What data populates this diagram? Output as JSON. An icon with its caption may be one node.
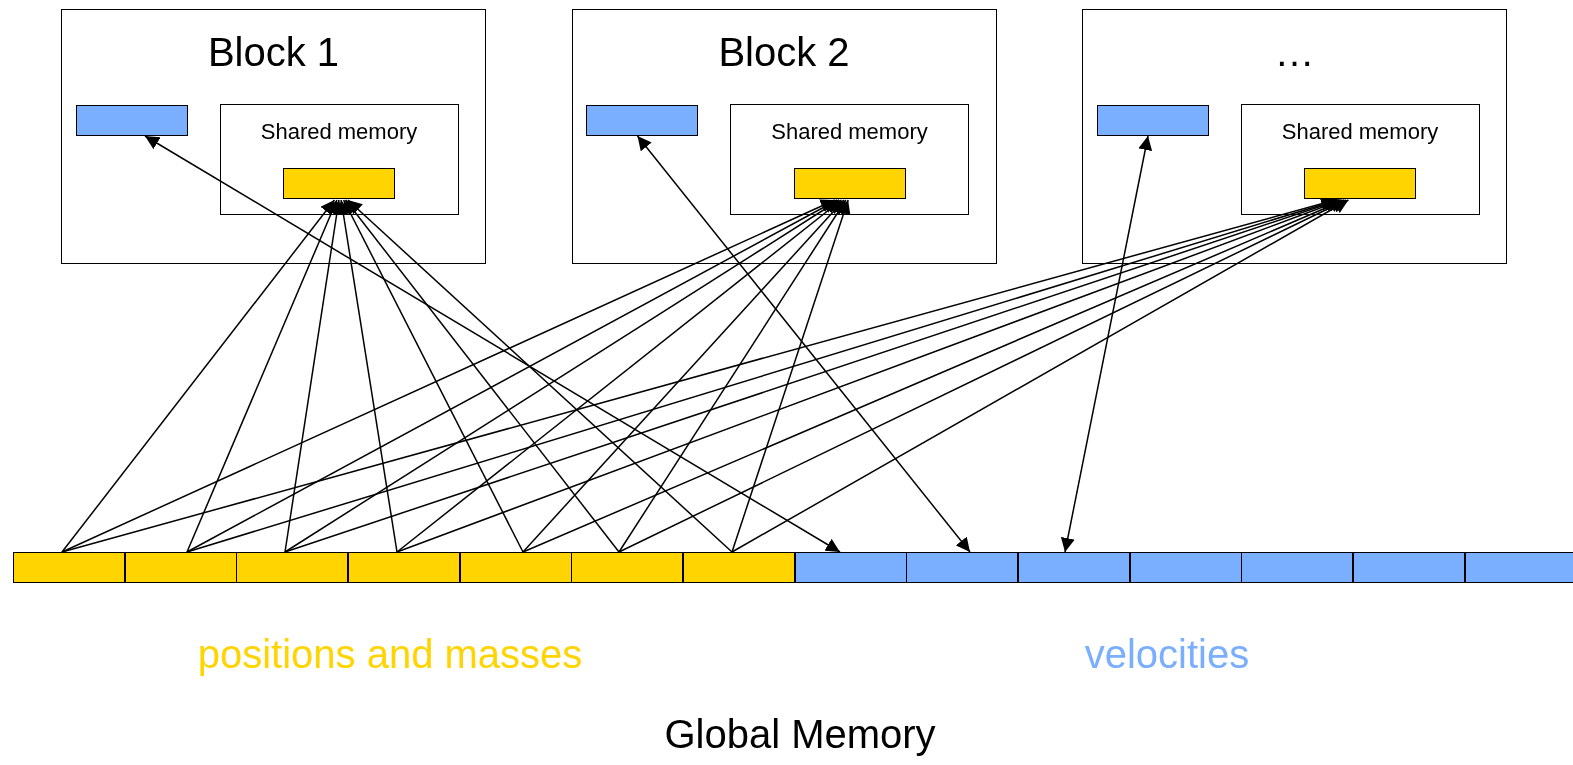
{
  "diagram": {
    "nodes": [
      {
        "text": [
          "Block 1"
        ]
      },
      {
        "text": [],
        "shape": "box",
        "in": 0
      },
      {
        "text": [
          "Shared memory"
        ],
        "in": 0
      },
      {
        "text": [],
        "shape": "box",
        "in": 2
      },
      {
        "text": [
          "Block 2"
        ]
      },
      {
        "text": [],
        "shape": "box",
        "in": 4
      },
      {
        "text": [
          "Shared memory"
        ],
        "in": 4
      },
      {
        "text": [],
        "shape": "box",
        "in": 6
      },
      {
        "text": [
          "…"
        ]
      },
      {
        "text": [],
        "shape": "box",
        "in": 8
      },
      {
        "text": [
          "Shared memory"
        ],
        "in": 8
      },
      {
        "text": [],
        "shape": "box",
        "in": 10
      },
      {
        "text": [],
        "shape": "box"
      },
      {
        "text": [],
        "shape": "box"
      },
      {
        "text": [],
        "shape": "box"
      },
      {
        "text": [],
        "shape": "box"
      },
      {
        "text": [],
        "shape": "box"
      },
      {
        "text": [],
        "shape": "box"
      },
      {
        "text": [],
        "shape": "box"
      },
      {
        "text": [],
        "shape": "box"
      },
      {
        "text": [],
        "shape": "box"
      },
      {
        "text": [],
        "shape": "box"
      },
      {
        "text": [],
        "shape": "box"
      },
      {
        "text": [],
        "shape": "box"
      },
      {
        "text": [],
        "shape": "box"
      },
      {
        "text": [],
        "shape": "box"
      }
    ],
    "edges": [
      {
        "from": 12,
        "to": 3,
        "arrow": "to"
      },
      {
        "from": 12,
        "to": 7,
        "arrow": "to"
      },
      {
        "from": 12,
        "to": 11,
        "arrow": "to"
      },
      {
        "from": 13,
        "to": 3,
        "arrow": "to"
      },
      {
        "from": 13,
        "to": 7,
        "arrow": "to"
      },
      {
        "from": 13,
        "to": 11,
        "arrow": "to"
      },
      {
        "from": 14,
        "to": 3,
        "arrow": "to"
      },
      {
        "from": 14,
        "to": 7,
        "arrow": "to"
      },
      {
        "from": 14,
        "to": 11,
        "arrow": "to"
      },
      {
        "from": 15,
        "to": 3,
        "arrow": "to"
      },
      {
        "from": 15,
        "to": 7,
        "arrow": "to"
      },
      {
        "from": 15,
        "to": 11,
        "arrow": "to"
      },
      {
        "from": 16,
        "to": 3,
        "arrow": "to"
      },
      {
        "from": 16,
        "to": 7,
        "arrow": "to"
      },
      {
        "from": 16,
        "to": 11,
        "arrow": "to"
      },
      {
        "from": 17,
        "to": 3,
        "arrow": "to"
      },
      {
        "from": 17,
        "to": 7,
        "arrow": "to"
      },
      {
        "from": 17,
        "to": 11,
        "arrow": "to"
      },
      {
        "from": 18,
        "to": 3,
        "arrow": "to"
      },
      {
        "from": 18,
        "to": 7,
        "arrow": "to"
      },
      {
        "from": 18,
        "to": 11,
        "arrow": "to"
      },
      {
        "from": 1,
        "to": 19,
        "arrow": "both"
      },
      {
        "from": 5,
        "to": 20,
        "arrow": "both"
      },
      {
        "from": 9,
        "to": 21,
        "arrow": "both"
      }
    ],
    "labels": [
      "positions and masses",
      "velocities",
      "Global Memory"
    ]
  }
}
